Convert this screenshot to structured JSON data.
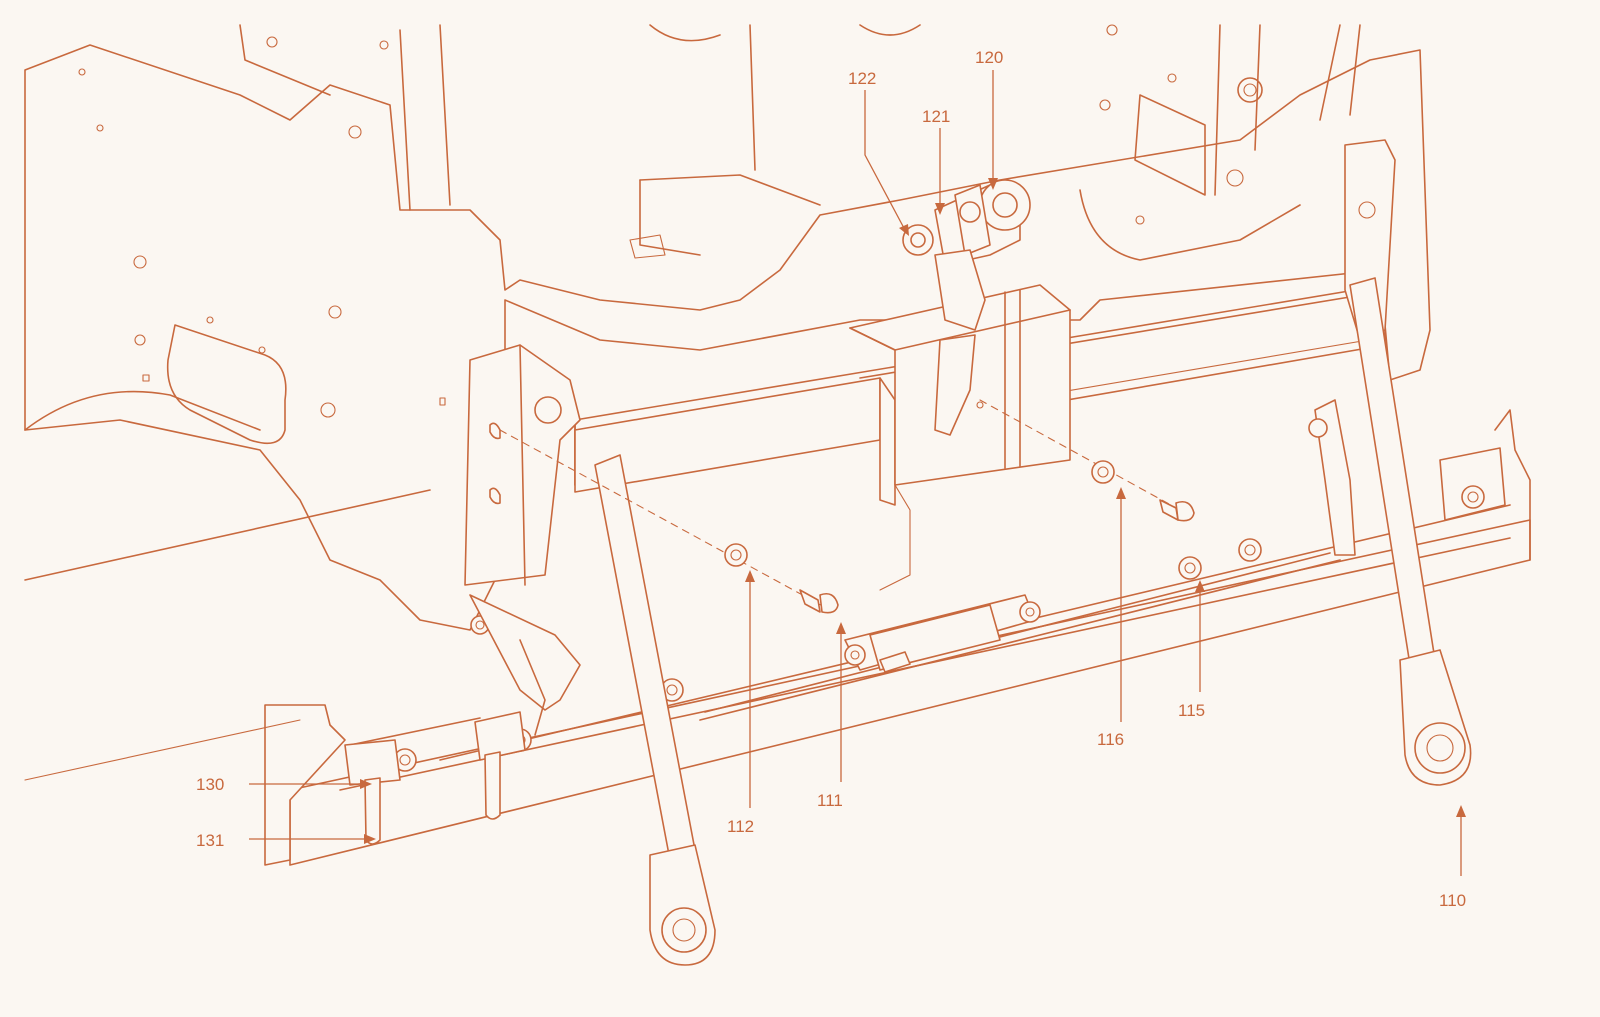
{
  "colors": {
    "line": "#c8693e",
    "background": "#fbf7f2"
  },
  "callouts": [
    {
      "id": "c122",
      "text": "122"
    },
    {
      "id": "c121",
      "text": "121"
    },
    {
      "id": "c120",
      "text": "120"
    },
    {
      "id": "c130",
      "text": "130"
    },
    {
      "id": "c131",
      "text": "131"
    },
    {
      "id": "c112",
      "text": "112"
    },
    {
      "id": "c111",
      "text": "111"
    },
    {
      "id": "c116",
      "text": "116"
    },
    {
      "id": "c115",
      "text": "115"
    },
    {
      "id": "c110",
      "text": "110"
    }
  ]
}
